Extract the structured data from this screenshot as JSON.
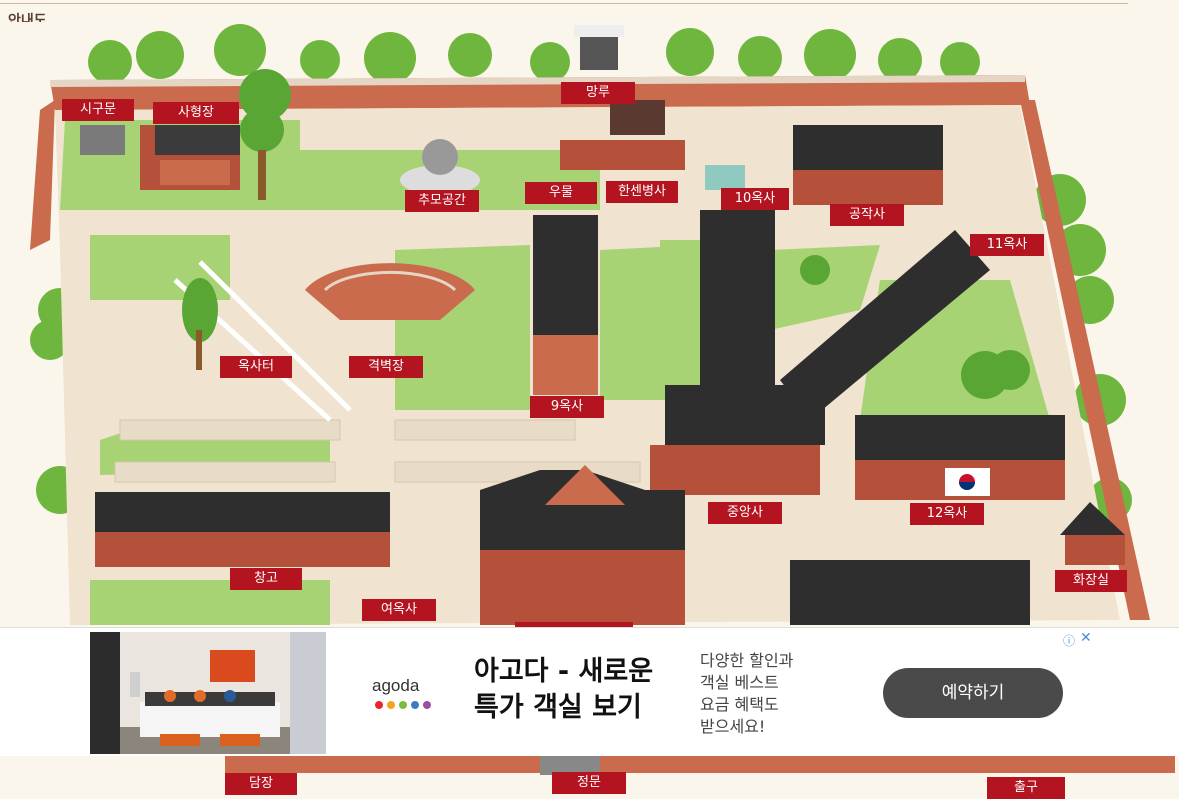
{
  "page_title": "안내도",
  "map": {
    "labels": {
      "sigumun": "시구문",
      "sahyeongjang": "사형장",
      "manglu": "망루",
      "chumo": "추모공간",
      "umul": "우물",
      "hansen": "한센병사",
      "ok10": "10옥사",
      "gongjak": "공작사",
      "ok11": "11옥사",
      "oksateo": "옥사터",
      "gyeokbyeok": "격벽장",
      "ok9": "9옥사",
      "jungang": "중앙사",
      "ok12": "12옥사",
      "changgo": "창고",
      "yeooksa": "여옥사",
      "hwajangsil": "화장실",
      "damjang": "담장",
      "jeongmun": "정문",
      "chulgu": "출구"
    }
  },
  "ad": {
    "brand": "agoda",
    "headline_line1": "아고다 - 새로운",
    "headline_line2": "특가 객실 보기",
    "body_line1": "다양한 할인과",
    "body_line2": "객실 베스트",
    "body_line3": "요금 혜택도",
    "body_line4": "받으세요!",
    "cta_label": "예약하기",
    "info_icon": "ⓘ",
    "close_icon": "✕",
    "dot_colors": [
      "#e8252c",
      "#f4a31c",
      "#79bd3f",
      "#3a7cc4",
      "#9c4f9c"
    ]
  }
}
